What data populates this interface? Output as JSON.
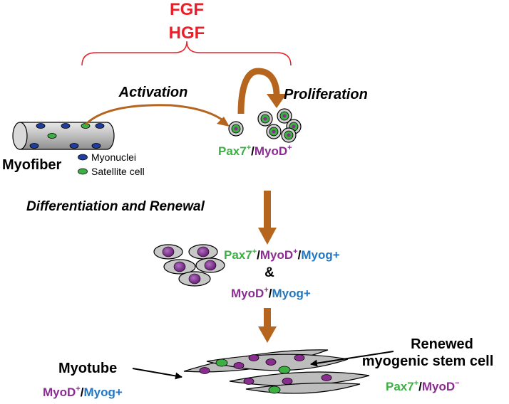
{
  "factors": {
    "line1": "FGF",
    "line2": "HGF"
  },
  "steps": {
    "activation": "Activation",
    "proliferation": "Proliferation",
    "differentiation": "Differentiation and Renewal"
  },
  "myofiber": {
    "label": "Myofiber",
    "legend": {
      "myonuclei": "Myonuclei",
      "satellite": "Satellite cell"
    }
  },
  "markers": {
    "pax7": "Pax7",
    "myod": "MyoD",
    "myog_plus": "Myog+",
    "plus": "+",
    "minus": "−",
    "slash": "/",
    "ampersand": "&"
  },
  "myotube": {
    "label": "Myotube"
  },
  "renewed": {
    "line1": "Renewed",
    "line2": "myogenic stem cell"
  },
  "colors": {
    "red": "#e8202a",
    "green": "#3cb043",
    "purple": "#8a2d90",
    "blue": "#2277c0",
    "orange": "#b5651d",
    "nucleus_blue": "#1f3e9c",
    "cell_gray": "#c8c8c8"
  }
}
